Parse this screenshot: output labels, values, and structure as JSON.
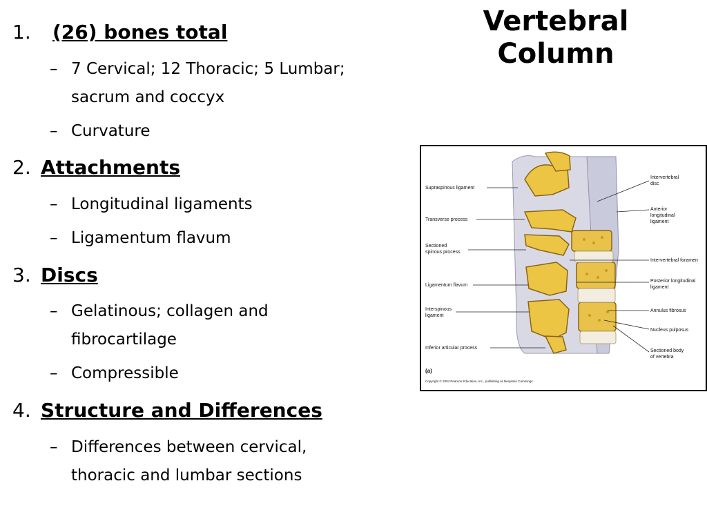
{
  "slide": {
    "title_line1": "Vertebral",
    "title_line2": "Column"
  },
  "outline": [
    {
      "number": "1.",
      "heading": "(26) bones total",
      "subitems": [
        "7 Cervical; 12 Thoracic; 5 Lumbar;",
        "sacrum and coccyx",
        "Curvature"
      ]
    },
    {
      "number": "2.",
      "heading": "Attachments",
      "subitems": [
        "Longitudinal ligaments",
        "Ligamentum flavum"
      ]
    },
    {
      "number": "3.",
      "heading": "Discs",
      "subitems": [
        "Gelatinous; collagen and",
        "fibrocartilage",
        "Compressible"
      ]
    },
    {
      "number": "4.",
      "heading": "Structure and Differences",
      "subitems": [
        "Differences between cervical,",
        "thoracic and lumbar sections"
      ]
    }
  ],
  "figure": {
    "labels_left": [
      "Supraspinous ligament",
      "Transverse process",
      "Sectioned",
      "spinous process",
      "Ligamentum flavum",
      "Interspinous",
      "ligament",
      "Inferior articular process"
    ],
    "labels_right": [
      "Intervertebral",
      "disc",
      "Anterior",
      "longitudinal",
      "ligament",
      "Intervertebral foramen",
      "Posterior longitudinal",
      "ligament",
      "Annulus fibrosus",
      "Nucleus pulposus",
      "Sectioned body",
      "of vertebra"
    ],
    "panel": "(a)",
    "copyright": "Copyright © 2004 Pearson Education, Inc., publishing as Benjamin Cummings."
  }
}
